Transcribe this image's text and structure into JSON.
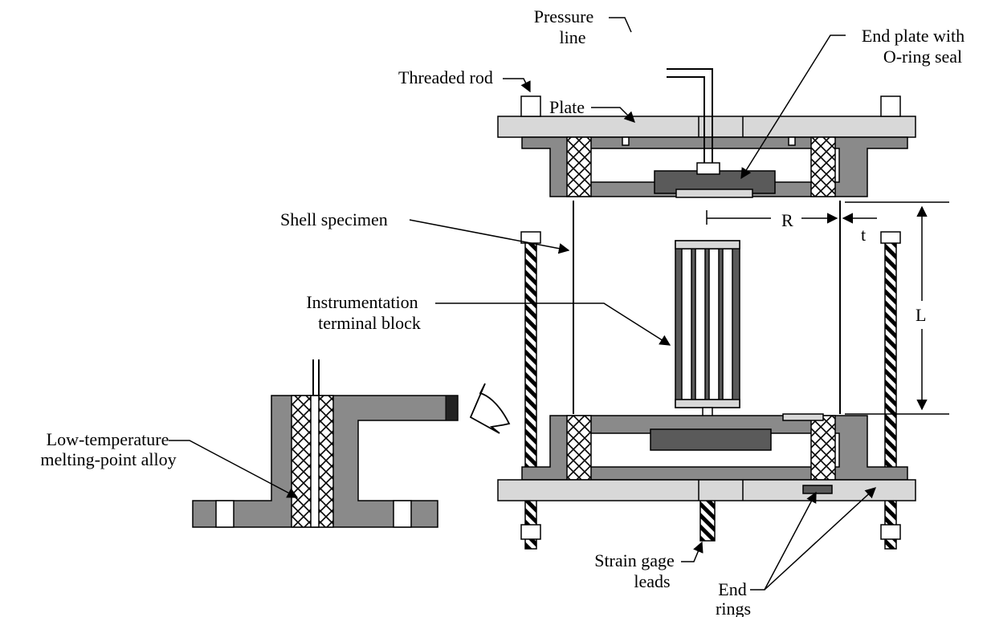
{
  "labels": {
    "pressure_line_1": "Pressure",
    "pressure_line_2": "line",
    "end_plate_1": "End plate with",
    "end_plate_2": "O-ring seal",
    "threaded_rod": "Threaded rod",
    "plate": "Plate",
    "shell_specimen": "Shell specimen",
    "dim_R": "R",
    "dim_t": "t",
    "dim_L": "L",
    "instrumentation_1": "Instrumentation",
    "instrumentation_2": "terminal block",
    "low_temp_1": "Low-temperature",
    "low_temp_2": "melting-point alloy",
    "strain_gage_1": "Strain gage",
    "strain_gage_2": "leads",
    "end_rings_1": "End",
    "end_rings_2": "rings"
  }
}
